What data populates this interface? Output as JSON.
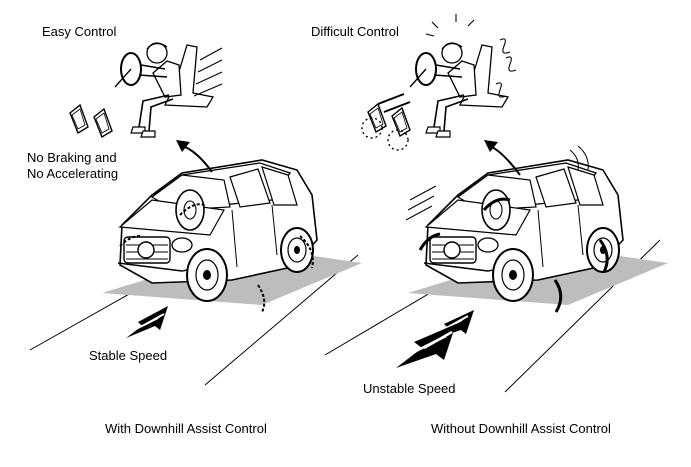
{
  "labels": {
    "easy_control": "Easy Control",
    "difficult_control": "Difficult Control",
    "no_braking_line1": "No Braking and",
    "no_braking_line2": "No Accelerating",
    "stable_speed": "Stable Speed",
    "unstable_speed": "Unstable Speed",
    "with_dac": "With Downhill Assist Control",
    "without_dac": "Without Downhill Assist Control"
  },
  "colors": {
    "ink": "#000000",
    "shadow": "#bdbdbd",
    "paper": "#ffffff"
  }
}
